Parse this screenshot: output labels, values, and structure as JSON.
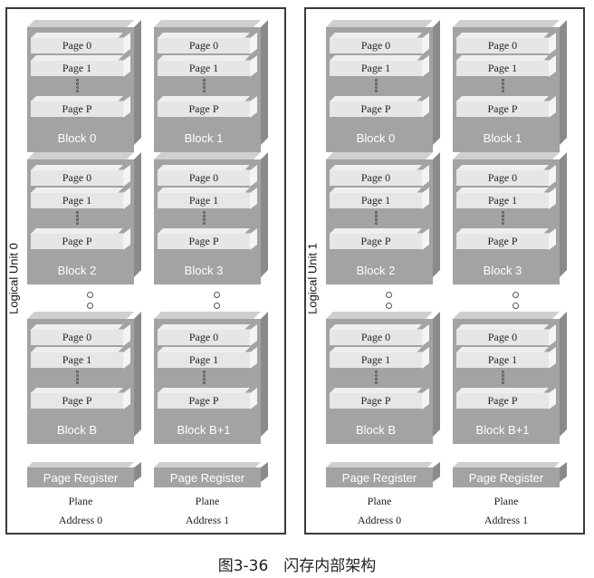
{
  "units": [
    {
      "label": "Logical Unit 0",
      "planes": [
        {
          "blocks": [
            "Block 0",
            "Block 2",
            "Block B"
          ],
          "register": "Page Register",
          "plane_label": "Plane",
          "address_label": "Address 0"
        },
        {
          "blocks": [
            "Block 1",
            "Block 3",
            "Block B+1"
          ],
          "register": "Page Register",
          "plane_label": "Plane",
          "address_label": "Address 1"
        }
      ]
    },
    {
      "label": "Logical Unit 1",
      "planes": [
        {
          "blocks": [
            "Block 0",
            "Block 2",
            "Block B"
          ],
          "register": "Page Register",
          "plane_label": "Plane",
          "address_label": "Address 0"
        },
        {
          "blocks": [
            "Block 1",
            "Block 3",
            "Block B+1"
          ],
          "register": "Page Register",
          "plane_label": "Plane",
          "address_label": "Address 1"
        }
      ]
    }
  ],
  "page_labels": [
    "Page 0",
    "Page 1",
    "Page P"
  ],
  "caption": "图3-36　闪存内部架构",
  "colors": {
    "block": "#a3a3a3",
    "page": "#e6e6e6",
    "border": "#3a3a3a"
  }
}
